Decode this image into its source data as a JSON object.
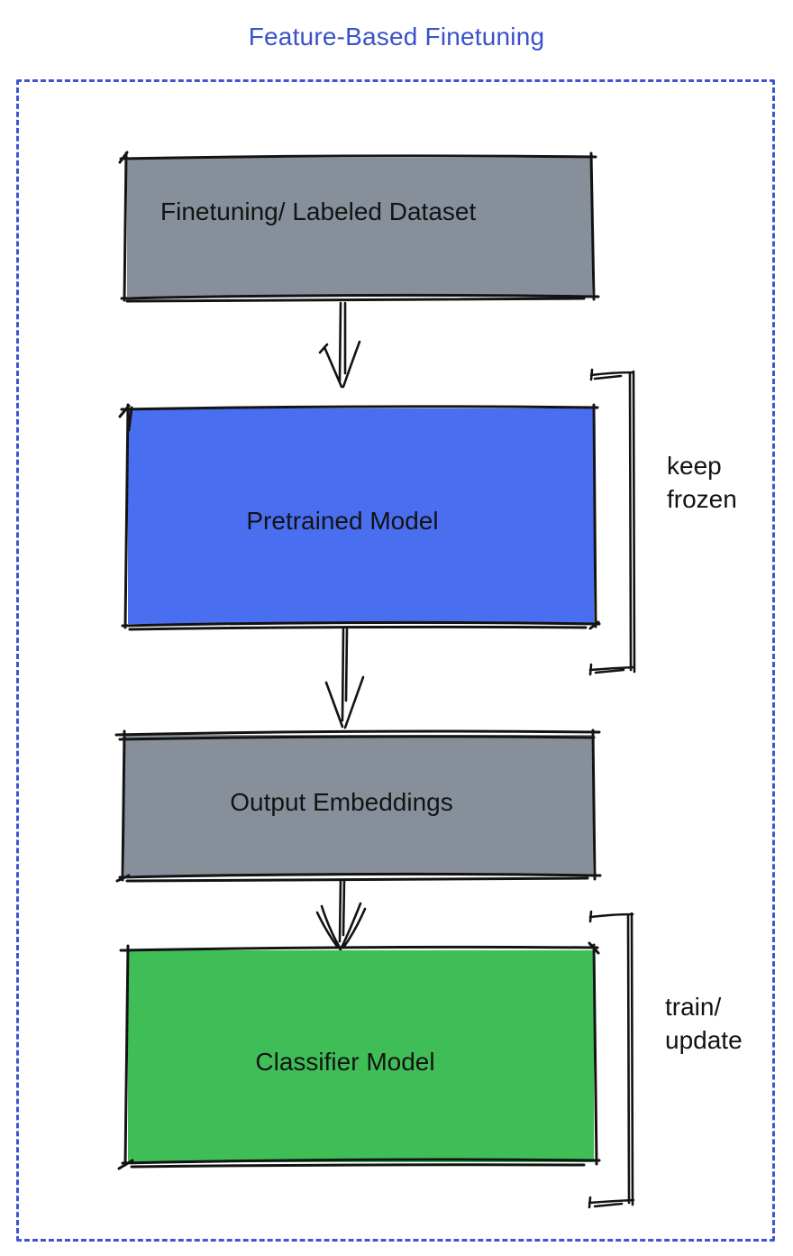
{
  "title": {
    "text": "Feature-Based Finetuning",
    "color": "#3a52c9"
  },
  "frame": {
    "border_color": "#3e56d4"
  },
  "flow": {
    "boxes": [
      {
        "id": "finetuning-dataset",
        "label": "Finetuning/ Labeled Dataset",
        "fill": "#87909a"
      },
      {
        "id": "pretrained-model",
        "label": "Pretrained Model",
        "fill": "#4a6ef0"
      },
      {
        "id": "output-embeddings",
        "label": "Output Embeddings",
        "fill": "#87909a"
      },
      {
        "id": "classifier-model",
        "label": "Classifier Model",
        "fill": "#3fbe58"
      }
    ],
    "connectors": [
      {
        "id": "arrow-1",
        "type": "arrow-down"
      },
      {
        "id": "arrow-2",
        "type": "arrow-down"
      },
      {
        "id": "arrow-3",
        "type": "arrow-down"
      }
    ],
    "annotations": [
      {
        "id": "keep-frozen",
        "text": "keep frozen"
      },
      {
        "id": "train-update",
        "text": "train/ update"
      }
    ]
  }
}
